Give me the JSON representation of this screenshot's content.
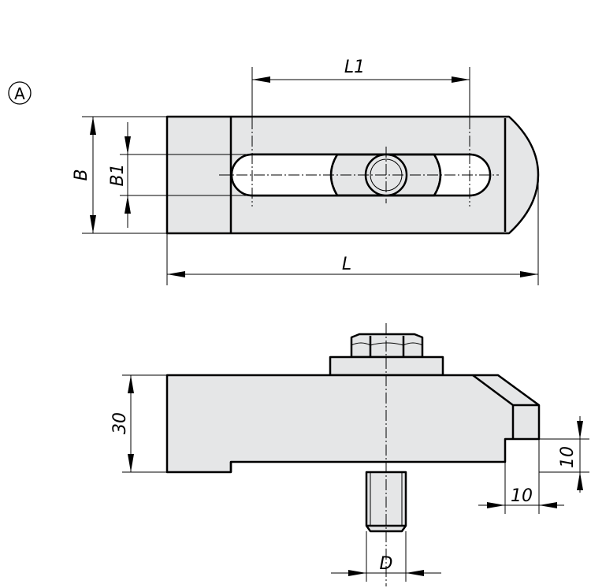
{
  "labels": {
    "view_marker": "A",
    "length_slot": "L1",
    "width": "B",
    "width_slot": "B1",
    "length": "L",
    "height": "30",
    "step_height": "10",
    "step_width": "10",
    "thread_dia": "D"
  },
  "colors": {
    "part_fill": "#e5e6e7",
    "line": "#000000",
    "background": "#ffffff"
  }
}
